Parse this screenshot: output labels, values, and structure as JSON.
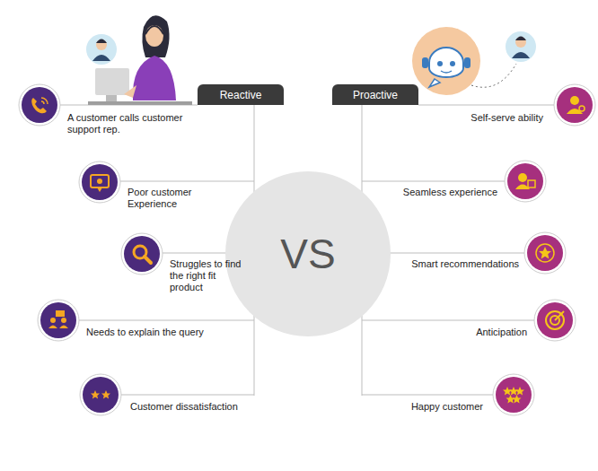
{
  "diagram": {
    "nodes": [
      {
        "text": [
          "Reactive"
        ]
      },
      {
        "text": [
          "VS"
        ]
      },
      {
        "text": [
          "Proactive"
        ]
      }
    ],
    "labels": [
      "A customer calls customer support rep.",
      "Self-serve ability",
      "Poor customer Experience",
      "Seamless experience",
      "Struggles to find the right fit product",
      "Smart recommendations",
      "Needs to explain the query",
      "Anticipation",
      "Customer dissatisfaction",
      "Happy customer"
    ]
  }
}
